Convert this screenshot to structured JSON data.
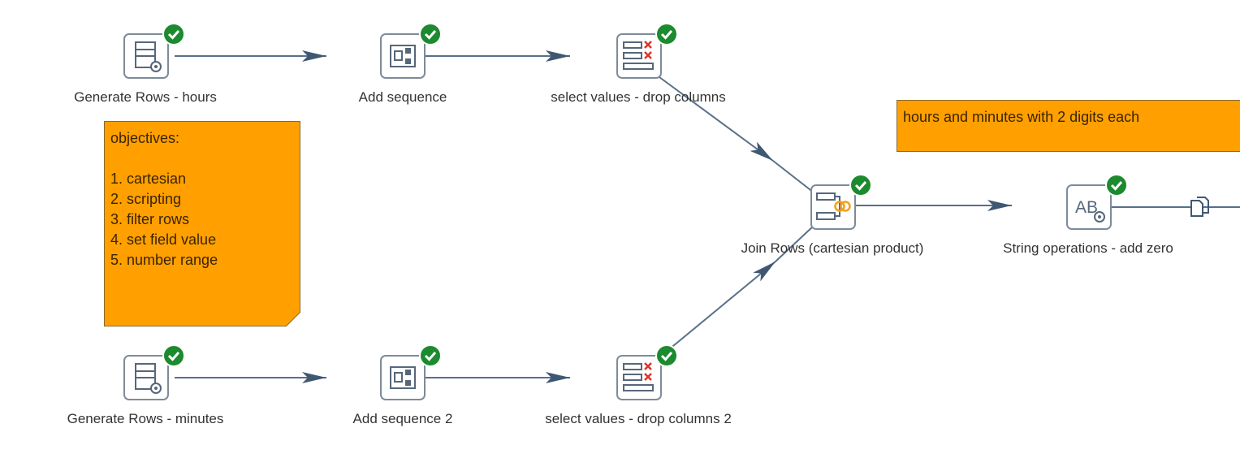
{
  "steps": {
    "gen_hours": {
      "label": "Generate Rows - hours",
      "icon": "generate-rows-icon",
      "status": "success"
    },
    "add_seq": {
      "label": "Add sequence",
      "icon": "add-sequence-icon",
      "status": "success"
    },
    "sel_vals": {
      "label": "select values - drop columns",
      "icon": "select-values-icon",
      "status": "success"
    },
    "join_rows": {
      "label": "Join Rows (cartesian product)",
      "icon": "join-rows-icon",
      "status": "success"
    },
    "string_ops": {
      "label": "String operations - add zero",
      "icon": "string-operations-icon",
      "status": "success"
    },
    "gen_minutes": {
      "label": "Generate Rows - minutes",
      "icon": "generate-rows-icon",
      "status": "success"
    },
    "add_seq2": {
      "label": "Add sequence 2",
      "icon": "add-sequence-icon",
      "status": "success"
    },
    "sel_vals2": {
      "label": "select values - drop columns 2",
      "icon": "select-values-icon",
      "status": "success"
    }
  },
  "notes": {
    "objectives": {
      "lines": [
        "objectives:",
        "",
        "1. cartesian",
        "2. scripting",
        "3. filter rows",
        "4. set field value",
        "5. number range"
      ]
    },
    "digits": {
      "text": "hours and minutes with 2 digits each"
    }
  },
  "colors": {
    "note_fill": "#ffa000",
    "success_badge": "#1c8a2e",
    "hop_line": "#58708a",
    "icon_stroke": "#56677a",
    "delete_mark": "#e0332a",
    "join_rings": "#f0a020"
  }
}
